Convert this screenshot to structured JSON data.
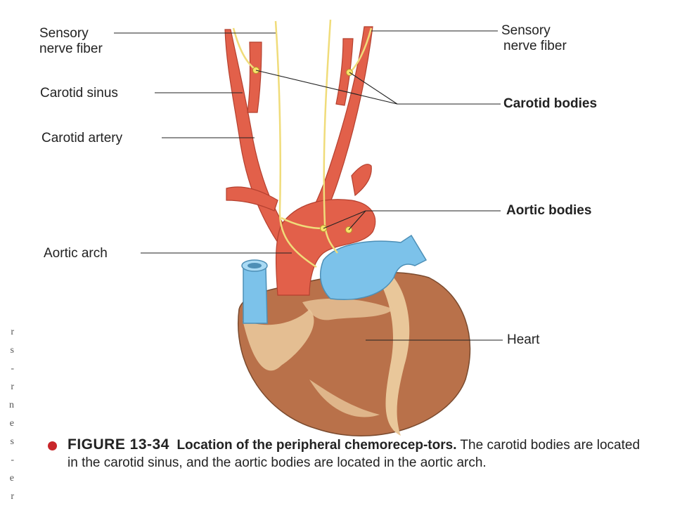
{
  "labels": {
    "sensory_left": [
      "Sensory",
      "nerve fiber"
    ],
    "carotid_sinus": "Carotid sinus",
    "carotid_artery": "Carotid artery",
    "sensory_right": [
      "Sensory",
      "nerve fiber"
    ],
    "carotid_bodies": "Carotid bodies",
    "aortic_bodies": "Aortic bodies",
    "aortic_arch": "Aortic arch",
    "heart": "Heart"
  },
  "caption": {
    "figure_number": "FIGURE 13-34",
    "title": "Location of the peripheral chemorecep-tors.",
    "body": "The carotid bodies are located in the carotid sinus, and the aortic bodies are located in the aortic arch."
  },
  "margin_fragments": [
    "r",
    "s",
    "-",
    "r",
    "n",
    "e",
    "s",
    "-",
    "e",
    "r"
  ],
  "colors": {
    "artery": "#e2604a",
    "vein": "#7cc2ea",
    "heart": "#b9714a",
    "fat": "#e9c79a",
    "nerve": "#f0dc7a",
    "bullet": "#c8262a"
  }
}
